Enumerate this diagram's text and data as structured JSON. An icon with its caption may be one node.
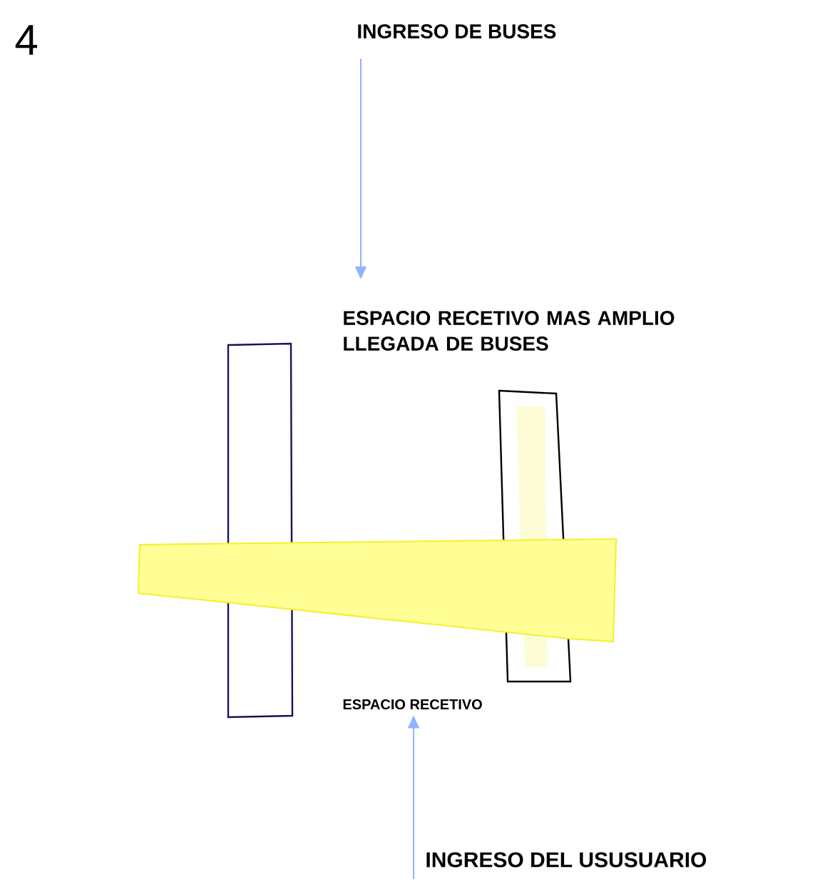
{
  "diagram": {
    "nodes": [
      {
        "text": [
          "INGRESO DE BUSES"
        ]
      },
      {
        "text": [
          "ESPACIO RECETIVO MAS AMPLIO LLEGADA DE BUSES"
        ]
      },
      {
        "text": [
          "ESPACIO RECETIVO"
        ]
      },
      {
        "text": [
          "INGRESO DEL USUSUARIO"
        ]
      }
    ],
    "edges": [
      {
        "from": 0,
        "to": 1,
        "arrow": "to"
      },
      {
        "from": 3,
        "to": 2,
        "arrow": "to"
      }
    ],
    "labels": [
      "4"
    ]
  }
}
